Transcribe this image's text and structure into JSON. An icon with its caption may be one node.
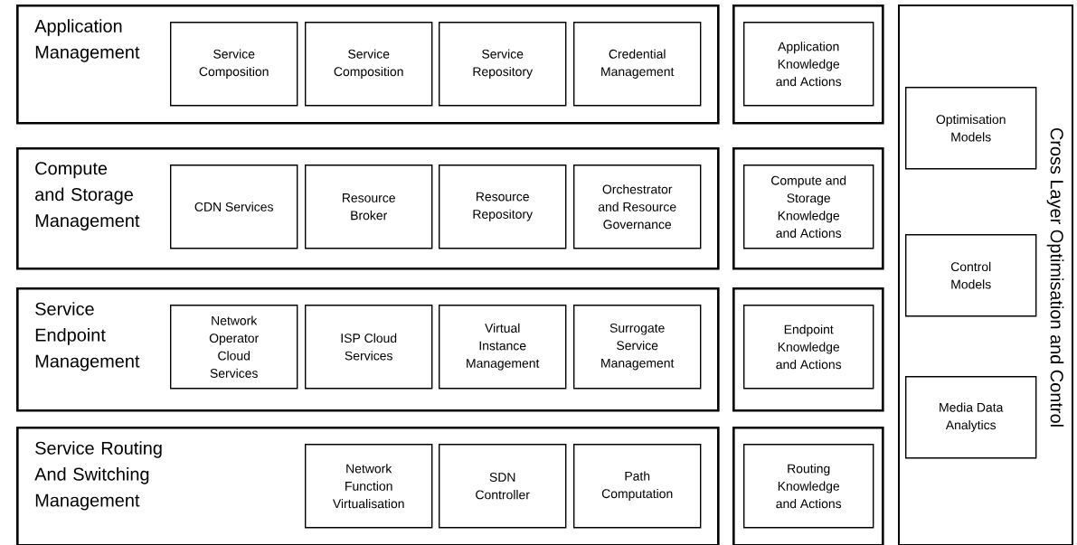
{
  "diagram": {
    "nodes": [
      {
        "text": [
          "Application Management"
        ]
      },
      {
        "text": [
          "Service Composition"
        ],
        "in": 0
      },
      {
        "text": [
          "Service Composition"
        ],
        "in": 0
      },
      {
        "text": [
          "Service Repository"
        ],
        "in": 0
      },
      {
        "text": [
          "Credential Management"
        ],
        "in": 0
      },
      {
        "text": [],
        "shape": "box"
      },
      {
        "text": [
          "Application Knowledge and Actions"
        ],
        "in": 5
      },
      {
        "text": [
          "Compute and Storage Management"
        ]
      },
      {
        "text": [
          "CDN Services"
        ],
        "in": 7
      },
      {
        "text": [
          "Resource Broker"
        ],
        "in": 7
      },
      {
        "text": [
          "Resource Repository"
        ],
        "in": 7
      },
      {
        "text": [
          "Orchestrator and Resource Governance"
        ],
        "in": 7
      },
      {
        "text": [],
        "shape": "box"
      },
      {
        "text": [
          "Compute and Storage Knowledge and Actions"
        ],
        "in": 12
      },
      {
        "text": [
          "Service Endpoint Management"
        ]
      },
      {
        "text": [
          "Network Operator Cloud Services"
        ],
        "in": 14
      },
      {
        "text": [
          "ISP Cloud Services"
        ],
        "in": 14
      },
      {
        "text": [
          "Virtual Instance Management"
        ],
        "in": 14
      },
      {
        "text": [
          "Surrogate Service Management"
        ],
        "in": 14
      },
      {
        "text": [],
        "shape": "box"
      },
      {
        "text": [
          "Endpoint Knowledge and Actions"
        ],
        "in": 19
      },
      {
        "text": [
          "Service Routing And Switching Management"
        ]
      },
      {
        "text": [
          "Network Function Virtualisation"
        ],
        "in": 21
      },
      {
        "text": [
          "SDN Controller"
        ],
        "in": 21
      },
      {
        "text": [
          "Path Computation"
        ],
        "in": 21
      },
      {
        "text": [],
        "shape": "box"
      },
      {
        "text": [
          "Routing Knowledge and Actions"
        ],
        "in": 25
      },
      {
        "text": [
          "Cross Layer Optimisation and Control"
        ]
      },
      {
        "text": [
          "Optimisation Models"
        ],
        "in": 27
      },
      {
        "text": [
          "Control Models"
        ],
        "in": 27
      },
      {
        "text": [
          "Media Data Analytics"
        ],
        "in": 27
      }
    ]
  }
}
